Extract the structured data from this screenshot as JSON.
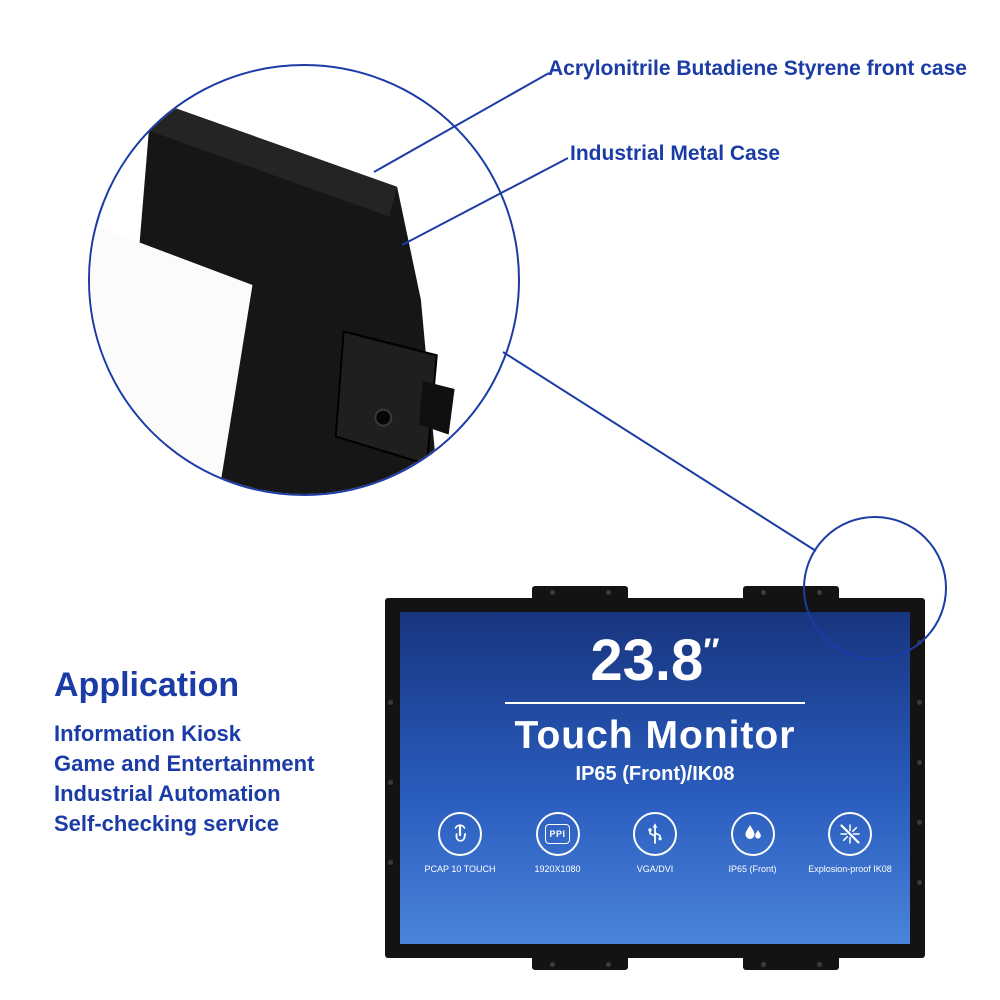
{
  "callouts": {
    "front_case_label": "Acrylonitrile Butadiene Styrene front case",
    "metal_case_label": "Industrial Metal Case"
  },
  "application": {
    "title": "Application",
    "items": [
      "Information Kiosk",
      "Game and Entertainment",
      "Industrial Automation",
      "Self-checking service"
    ]
  },
  "monitor": {
    "size": "23.8",
    "size_unit": "″",
    "product_name": "Touch Monitor",
    "protection_rating": "IP65 (Front)/IK08",
    "ppi_label": "PPI",
    "features": [
      {
        "icon": "touch-icon",
        "label": "PCAP 10 TOUCH"
      },
      {
        "icon": "resolution-icon",
        "label": "1920X1080"
      },
      {
        "icon": "usb-icon",
        "label": "VGA/DVI"
      },
      {
        "icon": "waterproof-icon",
        "label": "IP65 (Front)"
      },
      {
        "icon": "explosionproof-icon",
        "label": "Explosion-proof IK08"
      }
    ]
  },
  "colors": {
    "accent_blue": "#1b3ca6",
    "screen_gradient_top": "#17357f",
    "screen_gradient_bottom": "#4a84da",
    "case_black": "#131313"
  }
}
